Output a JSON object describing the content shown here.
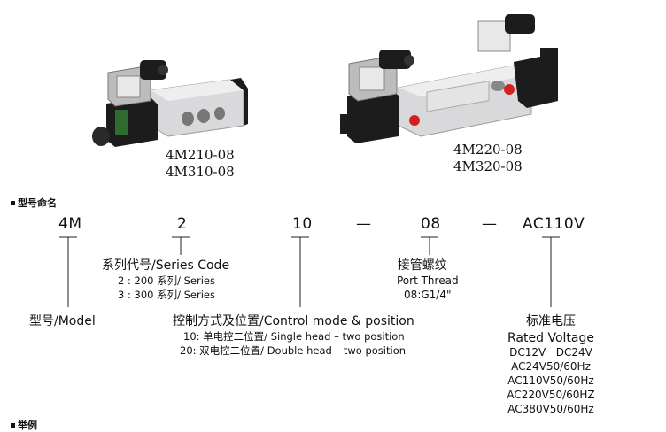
{
  "products": [
    {
      "line1": "4M210-08",
      "line2": "4M310-08"
    },
    {
      "line1": "4M220-08",
      "line2": "4M320-08"
    }
  ],
  "sections": {
    "naming": "型号命名",
    "example": "举例"
  },
  "code_parts": [
    "4M",
    "2",
    "10",
    "—",
    "08",
    "—",
    "AC110V"
  ],
  "series": {
    "title": "系列代号/Series Code",
    "items": [
      "2 : 200 系列/ Series",
      "3 : 300 系列/ Series"
    ]
  },
  "port": {
    "title": "接管螺纹",
    "subtitle": "Port Thread",
    "value": "08:G1/4\""
  },
  "model": {
    "label": "型号/Model"
  },
  "control": {
    "title": "控制方式及位置/Control mode & position",
    "items": [
      "10: 单电控二位置/ Single head – two position",
      "20: 双电控二位置/ Double head – two position"
    ]
  },
  "voltage": {
    "title": "标准电压",
    "subtitle": "Rated Voltage",
    "items": [
      "DC12V   DC24V",
      "AC24V50/60Hz",
      "AC110V50/60Hz",
      "AC220V50/60HZ",
      "AC380V50/60Hz"
    ]
  },
  "colors": {
    "valve_black": "#1c1c1c",
    "valve_silver": "#d9d9dc",
    "indicator_red": "#d81e1e"
  }
}
